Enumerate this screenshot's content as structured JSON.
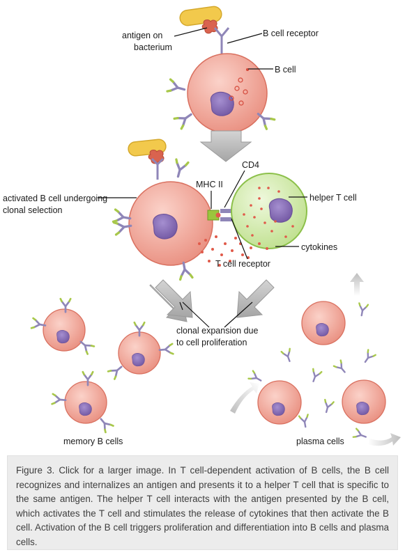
{
  "labels": {
    "antigen_line1": "antigen on",
    "antigen_line2": "bacterium",
    "b_cell_receptor": "B cell receptor",
    "b_cell": "B cell",
    "cd4": "CD4",
    "mhc_ii": "MHC II",
    "activated_line1": "activated B cell undergoing",
    "activated_line2": "clonal selection",
    "helper_t_cell": "helper T cell",
    "cytokines": "cytokines",
    "t_cell_receptor": "T cell receptor",
    "clonal_line1": "clonal expansion due",
    "clonal_line2": "to cell proliferation",
    "memory_b_cells": "memory B cells",
    "plasma_cells": "plasma cells"
  },
  "caption": "Figure 3. Click for a larger image. In T cell-dependent activation of B cells, the B cell recognizes and internalizes an antigen and presents it to a helper T cell that is specific to the same antigen. The helper T cell interacts with the antigen presented by the B cell, which activates the T cell and stimulates the release of cytokines that then activate the B cell. Activation of the B cell triggers proliferation and differentiation into B cells and plasma cells.",
  "colors": {
    "b_cell_fill": "#f0a79a",
    "b_cell_stroke": "#d9705f",
    "nucleus": "#8a6fb3",
    "t_cell_fill": "#cfe9a8",
    "t_cell_stroke": "#8cc04a",
    "arrow_gray": "#b5b5b5",
    "antibody_purple": "#8f86b8",
    "antibody_green": "#a8c84a",
    "bacterium": "#f2c94c",
    "dots_red": "#e05a4a"
  }
}
